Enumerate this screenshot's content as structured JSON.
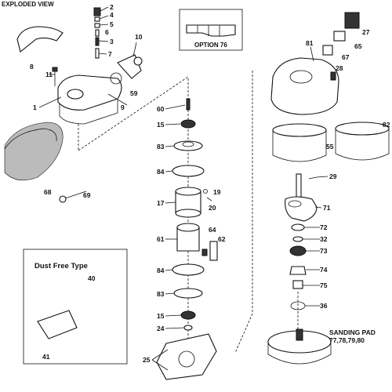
{
  "header": {
    "title": "EXPLODED VIEW"
  },
  "option_box": {
    "label": "OPTION 76"
  },
  "dust_free_box": {
    "title": "Dust Free Type",
    "hose_label": "40",
    "adapter_label": "41"
  },
  "sanding_pad": {
    "title": "SANDING PAD",
    "numbers": "77,78,79,80"
  },
  "callouts": {
    "c1": "1",
    "c2": "2",
    "c3": "3",
    "c4": "4",
    "c5": "5",
    "c6": "6",
    "c7": "7",
    "c8": "8",
    "c9": "9",
    "c10": "10",
    "c11": "11",
    "c15a": "15",
    "c15b": "15",
    "c17": "17",
    "c19": "19",
    "c20": "20",
    "c24": "24",
    "c25": "25",
    "c27": "27",
    "c28": "28",
    "c29": "29",
    "c32": "32",
    "c36": "36",
    "c55": "55",
    "c59": "59",
    "c60": "60",
    "c61": "61",
    "c62": "62",
    "c64": "64",
    "c65": "65",
    "c67": "67",
    "c68": "68",
    "c69": "69",
    "c71": "71",
    "c72": "72",
    "c73": "73",
    "c74": "74",
    "c75": "75",
    "c81": "81",
    "c82": "82",
    "c83a": "83",
    "c83b": "83",
    "c84a": "84",
    "c84b": "84"
  }
}
